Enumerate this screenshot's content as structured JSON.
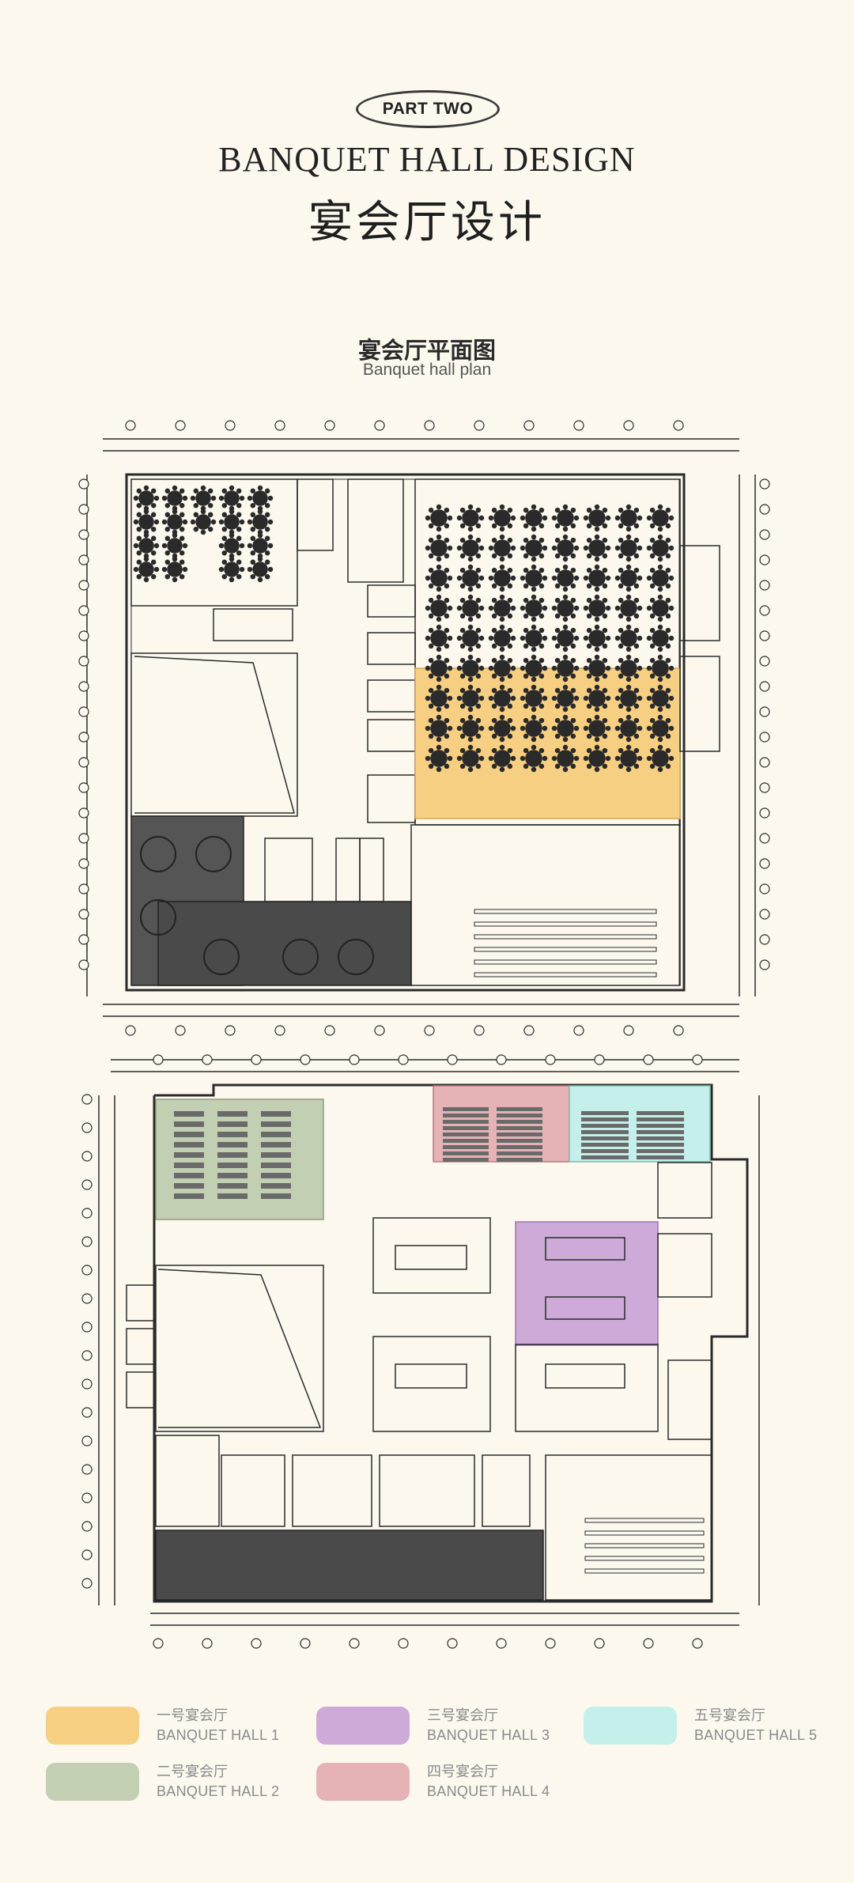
{
  "header": {
    "badge": "PART TWO",
    "title_en": "BANQUET HALL DESIGN",
    "title_cn": "宴会厅设计"
  },
  "section": {
    "title_cn": "宴会厅平面图",
    "title_en": "Banquet hall plan"
  },
  "colors": {
    "background": "#fcf8ee",
    "hall1": "#f6cf83",
    "hall2": "#c3cfb3",
    "hall3": "#cdaad8",
    "hall4": "#e5b3b6",
    "hall5": "#c4efea",
    "line": "#2a2a2a",
    "dark_fill": "#4a4a4a"
  },
  "legend": [
    {
      "cn": "一号宴会厅",
      "en": "BANQUET HALL 1",
      "color": "#f6cf83"
    },
    {
      "cn": "二号宴会厅",
      "en": "BANQUET HALL 2",
      "color": "#c3cfb3"
    },
    {
      "cn": "三号宴会厅",
      "en": "BANQUET HALL 3",
      "color": "#cdaad8"
    },
    {
      "cn": "四号宴会厅",
      "en": "BANQUET HALL 4",
      "color": "#e5b3b6"
    },
    {
      "cn": "五号宴会厅",
      "en": "BANQUET HALL 5",
      "color": "#c4efea"
    }
  ]
}
